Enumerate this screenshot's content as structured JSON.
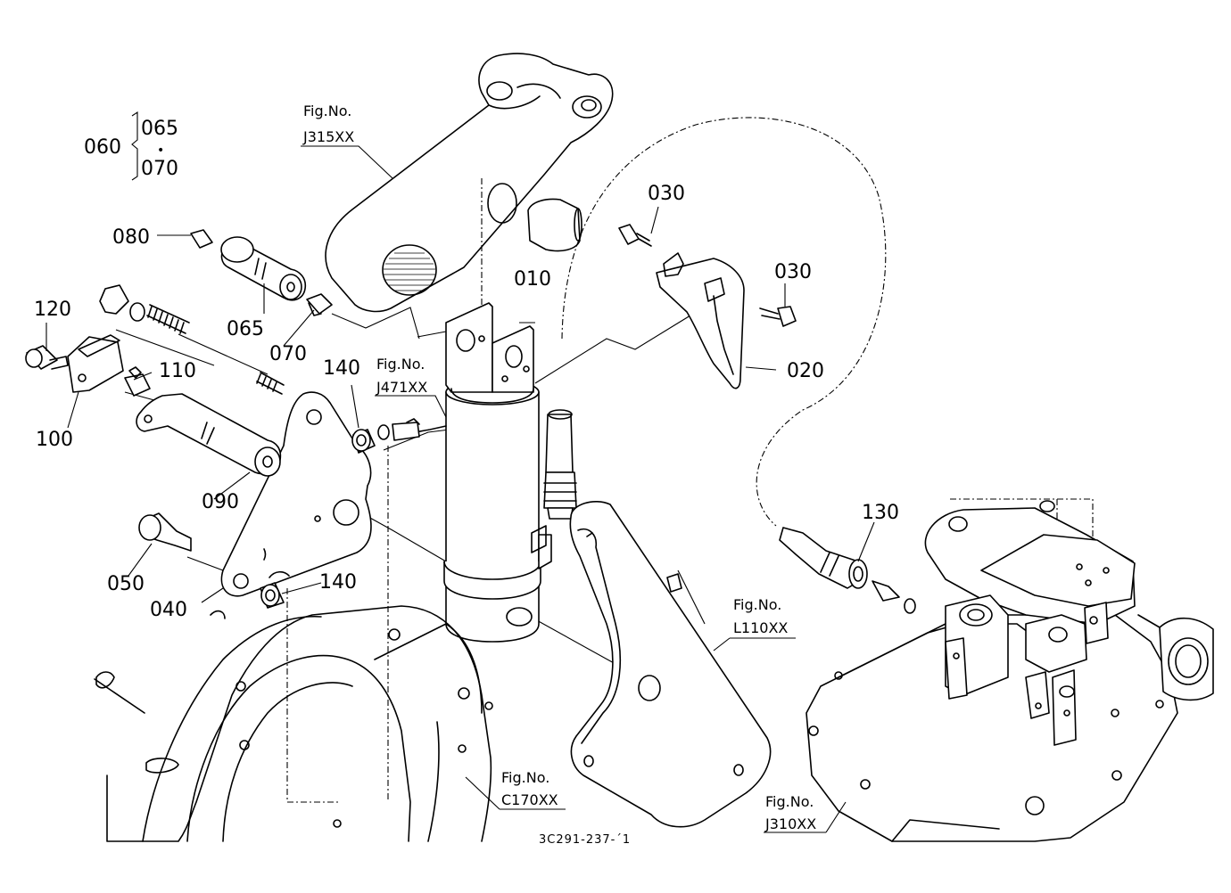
{
  "diagram": {
    "part_labels": {
      "p010": "010",
      "p020": "020",
      "p030a": "030",
      "p030b": "030",
      "p040": "040",
      "p050": "050",
      "p060": "060",
      "p065a": "065",
      "p065b": "065",
      "p070a": "070",
      "p070b": "070",
      "p080": "080",
      "p090": "090",
      "p100": "100",
      "p110": "110",
      "p120": "120",
      "p130": "130",
      "p140a": "140",
      "p140b": "140"
    },
    "set_separator": "•",
    "figure_refs": {
      "fig_prefix": "Fig.No.",
      "j315": "J315XX",
      "j471": "J471XX",
      "l110": "L110XX",
      "c170": "C170XX",
      "j310": "J310XX"
    },
    "drawing_code": "3C291-237-´1"
  }
}
